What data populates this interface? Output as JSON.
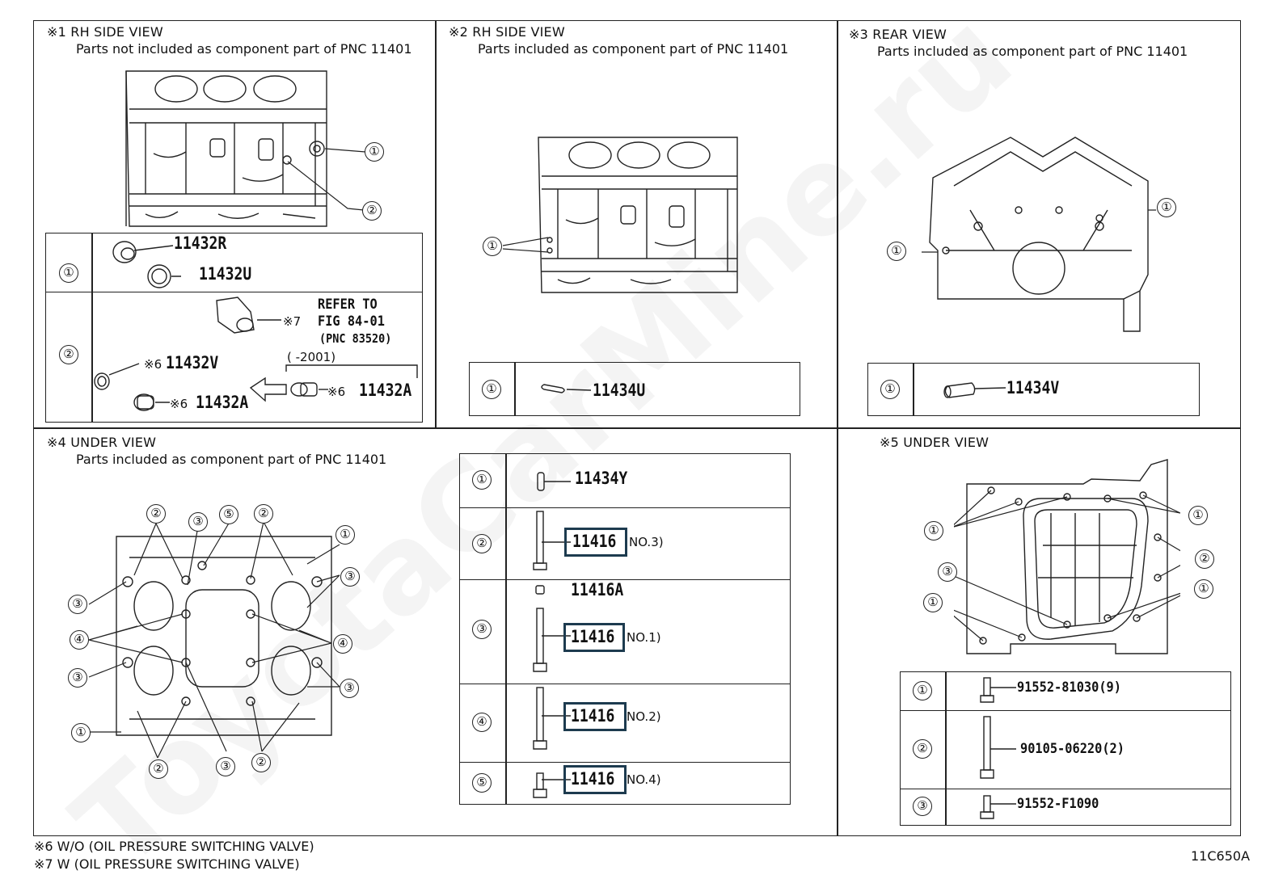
{
  "panels": {
    "p1": {
      "title": "※1 RH SIDE VIEW",
      "subtitle": "Parts not included as component part of PNC 11401"
    },
    "p2": {
      "title": "※2 RH SIDE VIEW",
      "subtitle": "Parts included as component part of PNC 11401"
    },
    "p3": {
      "title": "※3 REAR VIEW",
      "subtitle": "Parts included as component part of PNC 11401"
    },
    "p4": {
      "title": "※4 UNDER VIEW",
      "subtitle": "Parts included as component part of PNC 11401"
    },
    "p5": {
      "title": "※5 UNDER VIEW"
    }
  },
  "p1_table": {
    "row1": {
      "num": "①",
      "part_a": "11432R",
      "part_b": "11432U"
    },
    "row2": {
      "num": "②",
      "refer_line1": "REFER TO",
      "refer_line2": "FIG 84-01",
      "refer_line3": "(PNC 83520)",
      "refer_line4": "(      -2001)",
      "refer_mark": "※7",
      "v_mark": "※6",
      "v_part": "11432V",
      "a_mark": "※6",
      "a_part": "11432A",
      "a2_mark": "※6",
      "a2_part": "11432A"
    }
  },
  "p2_table": {
    "num": "①",
    "part": "11434U"
  },
  "p3_table": {
    "num": "①",
    "part": "11434V"
  },
  "p4_table": [
    {
      "num": "①",
      "part": "11434Y",
      "note": ""
    },
    {
      "num": "②",
      "part": "11416",
      "note": "NO.3)"
    },
    {
      "num": "③",
      "part_top": "11416A",
      "part": "11416",
      "note": "NO.1)"
    },
    {
      "num": "④",
      "part": "11416",
      "note": "NO.2)"
    },
    {
      "num": "⑤",
      "part": "11416",
      "note": "NO.4)"
    }
  ],
  "p5_table": [
    {
      "num": "①",
      "part": "91552-81030(9)"
    },
    {
      "num": "②",
      "part": "90105-06220(2)"
    },
    {
      "num": "③",
      "part": "91552-F1090"
    }
  ],
  "callouts": {
    "c1": "①",
    "c2": "②",
    "c3": "③",
    "c4": "④",
    "c5": "⑤"
  },
  "footnotes": {
    "n6": "※6  W/O (OIL PRESSURE SWITCHING VALVE)",
    "n7": "※7  W (OIL PRESSURE SWITCHING VALVE)"
  },
  "figure_code": "11C650A",
  "watermark": "ToyotaCarMine.ru"
}
